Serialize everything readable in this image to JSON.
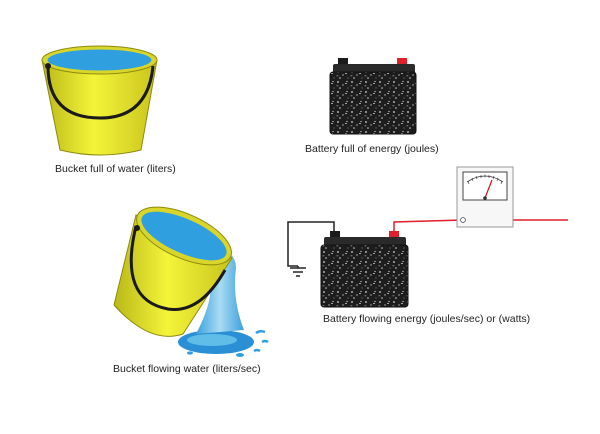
{
  "captions": {
    "bucket_full": "Bucket full of water (liters)",
    "battery_full": "Battery full of energy (joules)",
    "bucket_flowing": "Bucket flowing water (liters/sec)",
    "battery_flowing": "Battery flowing energy (joules/sec) or (watts)"
  },
  "colors": {
    "bucket_yellow": "#e8e82a",
    "water_blue": "#2f9fe0",
    "battery_body": "#1b1b1b",
    "positive_terminal": "#e0202a",
    "wire_red": "#e0202a",
    "wire_black": "#222222"
  },
  "icons": [
    "bucket-icon",
    "battery-icon",
    "ground-icon",
    "meter-icon"
  ]
}
